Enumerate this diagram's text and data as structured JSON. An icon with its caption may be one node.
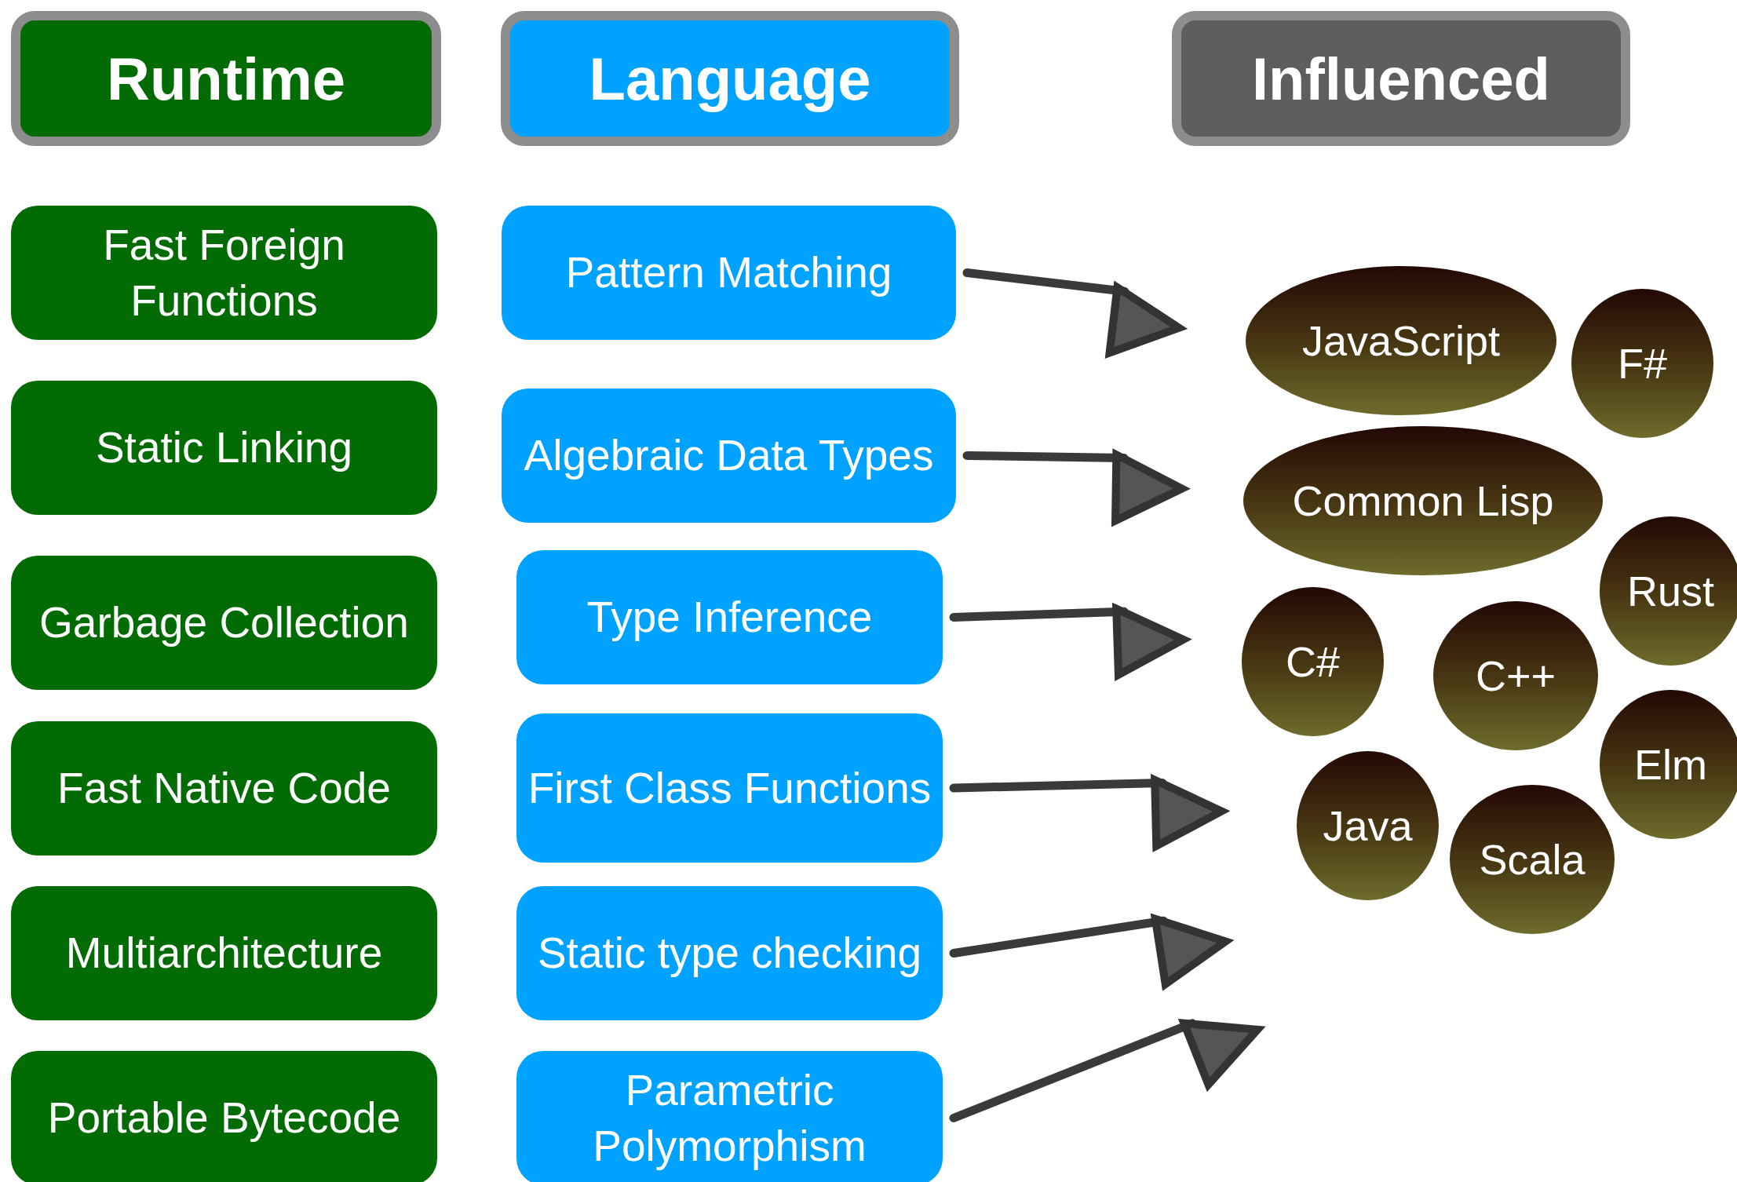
{
  "diagram": {
    "nodes": [
      {
        "text": [
          "Runtime"
        ]
      },
      {
        "text": [
          "Language"
        ]
      },
      {
        "text": [
          "Influenced"
        ]
      },
      {
        "text": [
          "Fast Foreign Functions"
        ]
      },
      {
        "text": [
          "Static Linking"
        ]
      },
      {
        "text": [
          "Garbage Collection"
        ]
      },
      {
        "text": [
          "Fast Native Code"
        ]
      },
      {
        "text": [
          "Multiarchitecture"
        ]
      },
      {
        "text": [
          "Portable Bytecode"
        ]
      },
      {
        "text": [
          "Pattern Matching"
        ]
      },
      {
        "text": [
          "Algebraic Data Types"
        ]
      },
      {
        "text": [
          "Type Inference"
        ]
      },
      {
        "text": [
          "First Class Functions"
        ]
      },
      {
        "text": [
          "Static type checking"
        ]
      },
      {
        "text": [
          "Parametric Polymorphism"
        ]
      },
      {
        "text": [
          "JavaScript"
        ]
      },
      {
        "text": [
          "F#"
        ]
      },
      {
        "text": [
          "Common Lisp"
        ]
      },
      {
        "text": [
          "Rust"
        ]
      },
      {
        "text": [
          "C#"
        ]
      },
      {
        "text": [
          "C++"
        ]
      },
      {
        "text": [
          "Elm"
        ]
      },
      {
        "text": [
          "Java"
        ]
      },
      {
        "text": [
          "Scala"
        ]
      }
    ],
    "edges": [
      {
        "from": 9,
        "to": null,
        "arrow": "to"
      },
      {
        "from": 10,
        "to": null,
        "arrow": "to"
      },
      {
        "from": 11,
        "to": null,
        "arrow": "to"
      },
      {
        "from": 12,
        "to": null,
        "arrow": "to"
      },
      {
        "from": 13,
        "to": null,
        "arrow": "to"
      },
      {
        "from": 14,
        "to": null,
        "arrow": "to"
      }
    ]
  }
}
